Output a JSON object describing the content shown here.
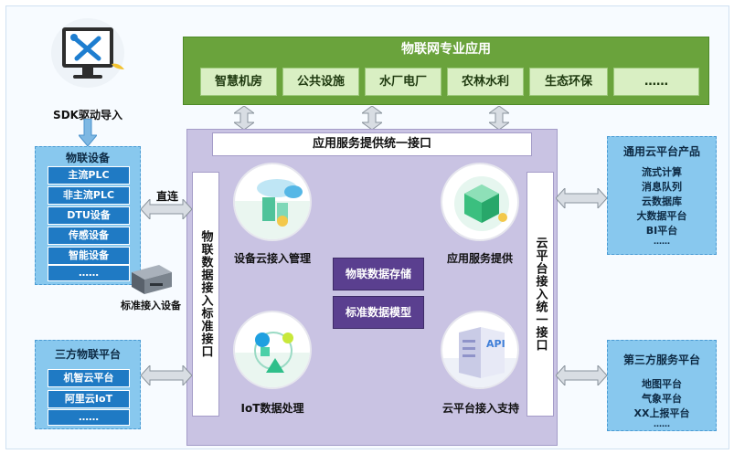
{
  "sdk": {
    "label": "SDK驱动导入"
  },
  "top_apps": {
    "title": "物联网专业应用",
    "items": [
      "智慧机房",
      "公共设施",
      "水厂电厂",
      "农林水利",
      "生态环保",
      "……"
    ]
  },
  "platform": {
    "service_bar": "应用服务提供统一接口",
    "left_interface": "物联数据接入标准接口",
    "right_interface": "云平台接入统一接口",
    "device_access": "设备云接入管理",
    "app_service": "应用服务提供",
    "iot_processing": "IoT数据处理",
    "cloud_access": "云平台接入支持",
    "storage": "物联数据存储",
    "model": "标准数据模型",
    "api_text": "API"
  },
  "iot_devices": {
    "title": "物联设备",
    "items": [
      "主流PLC",
      "非主流PLC",
      "DTU设备",
      "传感设备",
      "智能设备",
      "……"
    ]
  },
  "direct_label": "直连",
  "standard_device": "标准接入设备",
  "third_iot": {
    "title": "三方物联平台",
    "items": [
      "机智云平台",
      "阿里云IoT",
      "……"
    ]
  },
  "cloud_products": {
    "title": "通用云平台产品",
    "items": [
      "流式计算",
      "消息队列",
      "云数据库",
      "大数据平台",
      "BI平台",
      "……"
    ]
  },
  "third_service": {
    "title": "第三方服务平台",
    "items": [
      "地图平台",
      "气象平台",
      "XX上报平台",
      "……"
    ]
  },
  "colors": {
    "green": "#6aa33c",
    "purple": "#c9c3e3",
    "blue_panel": "#88c8ee",
    "blue_item": "#1f7ac4",
    "center_box": "#5a3f8f"
  }
}
